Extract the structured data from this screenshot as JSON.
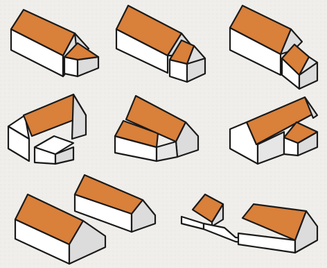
{
  "title": "",
  "colors": {
    "paper": "#efeeea",
    "roof": "#d9803a",
    "roof_shade": "#c96d28",
    "wall_light": "#ffffff",
    "wall_shade": "#dcdcdc",
    "ink": "#1a1a1a"
  },
  "sketches": [
    {
      "name": "sketch-house-1",
      "roof": "orange",
      "annex": true
    },
    {
      "name": "sketch-house-2",
      "roof": "orange",
      "annex": true
    },
    {
      "name": "sketch-house-3",
      "roof": "orange",
      "annex": true
    },
    {
      "name": "sketch-house-4",
      "roof": "orange",
      "annex": true
    },
    {
      "name": "sketch-house-5",
      "roof": "orange",
      "annex": true
    },
    {
      "name": "sketch-house-6",
      "roof": "orange",
      "annex": true
    },
    {
      "name": "sketch-house-7",
      "roof": "orange",
      "annex": true
    },
    {
      "name": "sketch-house-8",
      "roof": "orange",
      "annex": true
    }
  ]
}
